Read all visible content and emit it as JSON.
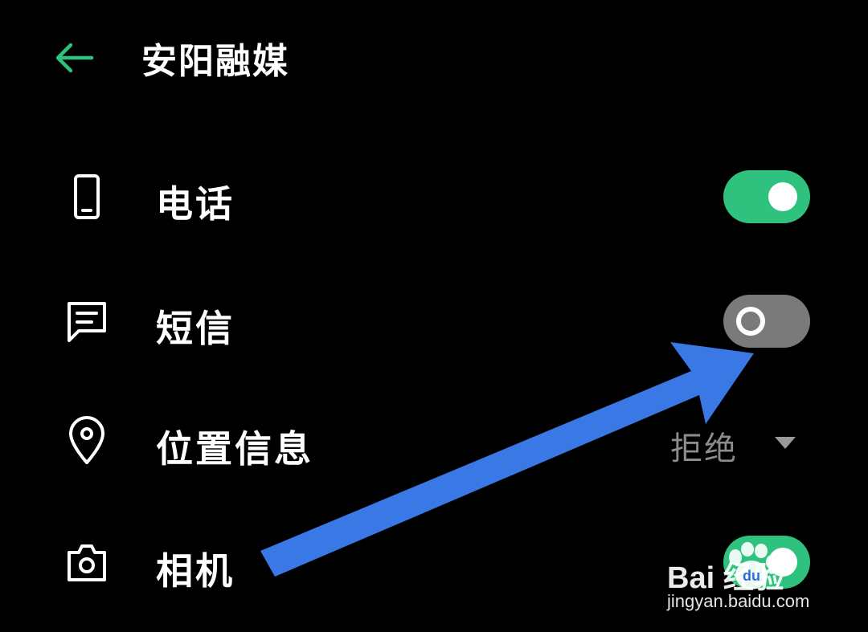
{
  "header": {
    "title": "安阳融媒",
    "back_icon": "arrow-left-icon"
  },
  "permissions": [
    {
      "icon": "phone-icon",
      "label": "电话",
      "control": "toggle",
      "enabled": true
    },
    {
      "icon": "message-icon",
      "label": "短信",
      "control": "toggle",
      "enabled": false
    },
    {
      "icon": "location-pin-icon",
      "label": "位置信息",
      "control": "select",
      "value": "拒绝"
    },
    {
      "icon": "camera-icon",
      "label": "相机",
      "control": "toggle",
      "enabled": true
    }
  ],
  "annotation": {
    "color": "#3a78e6"
  },
  "watermark": {
    "brand": "Bai  经验",
    "url": "jingyan.baidu.com"
  },
  "colors": {
    "accent": "#2ec27e",
    "toggle_off": "#7a7a7a",
    "background": "#000000"
  }
}
